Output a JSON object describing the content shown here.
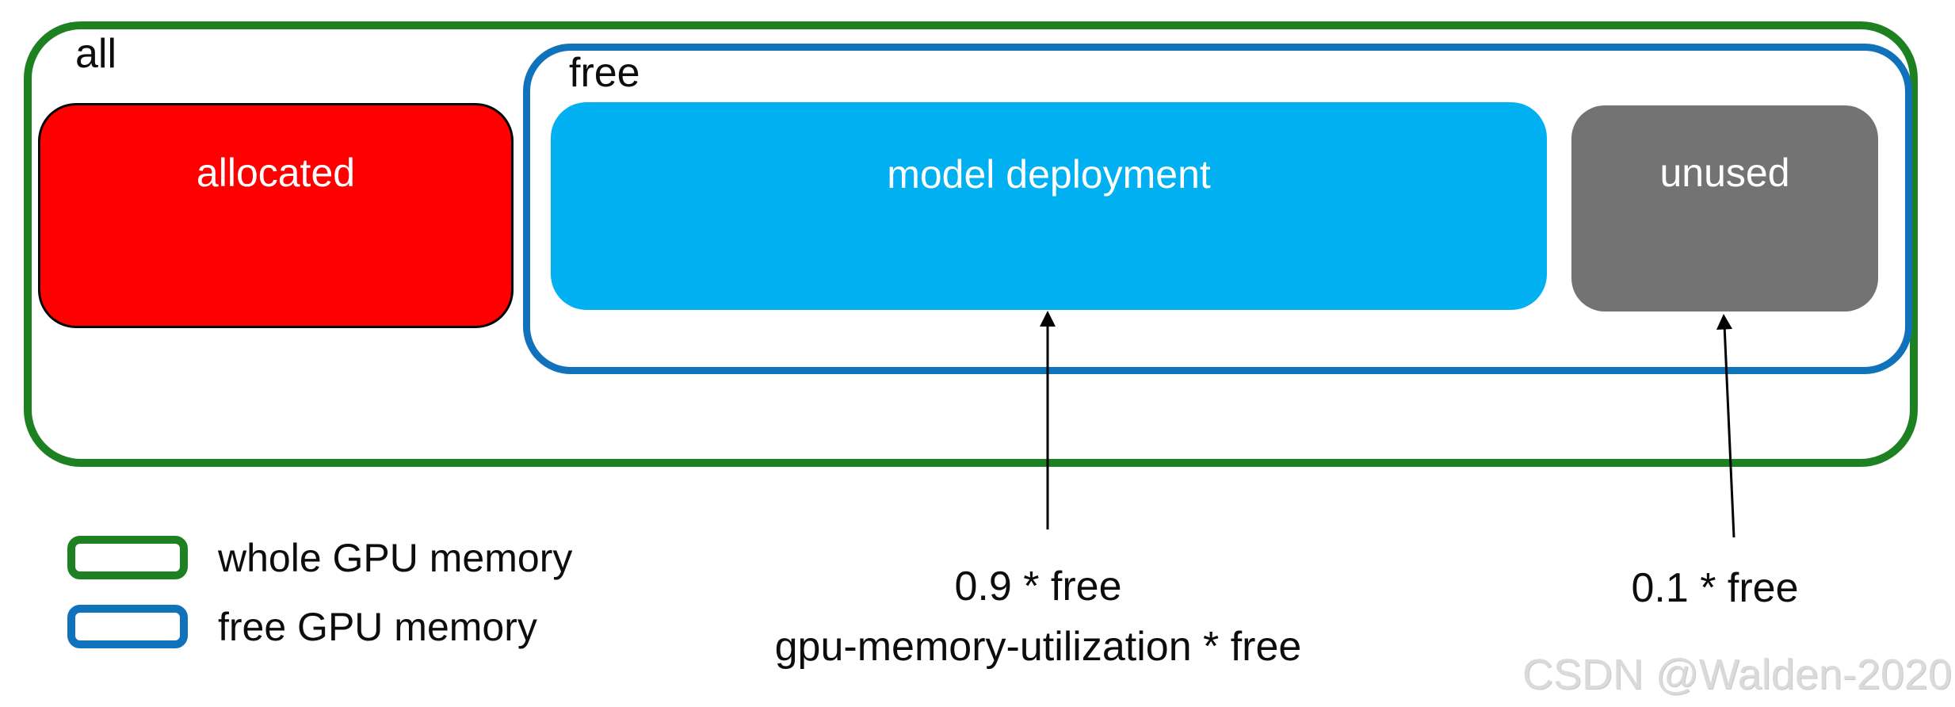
{
  "diagram": {
    "all_label": "all",
    "free_label": "free",
    "allocated_label": "allocated",
    "model_deployment_label": "model deployment",
    "unused_label": "unused"
  },
  "annotations": {
    "model_deployment_value": "0.9 * free",
    "model_deployment_formula": "gpu-memory-utilization * free",
    "unused_value": "0.1 * free"
  },
  "legend": {
    "items": [
      {
        "label": "whole GPU memory",
        "color": "#1e8121"
      },
      {
        "label": "free GPU memory",
        "color": "#1072bb"
      }
    ]
  },
  "watermark": "CSDN @Walden-2020",
  "colors": {
    "whole_memory_border": "#1e8121",
    "free_memory_border": "#1072bb",
    "allocated_fill": "#fe0000",
    "model_deployment_fill": "#00b0f0",
    "unused_fill": "#737373",
    "box_label_text": "#ffffff",
    "diagram_text": "#0d0d0d",
    "watermark_text": "#dadada"
  }
}
